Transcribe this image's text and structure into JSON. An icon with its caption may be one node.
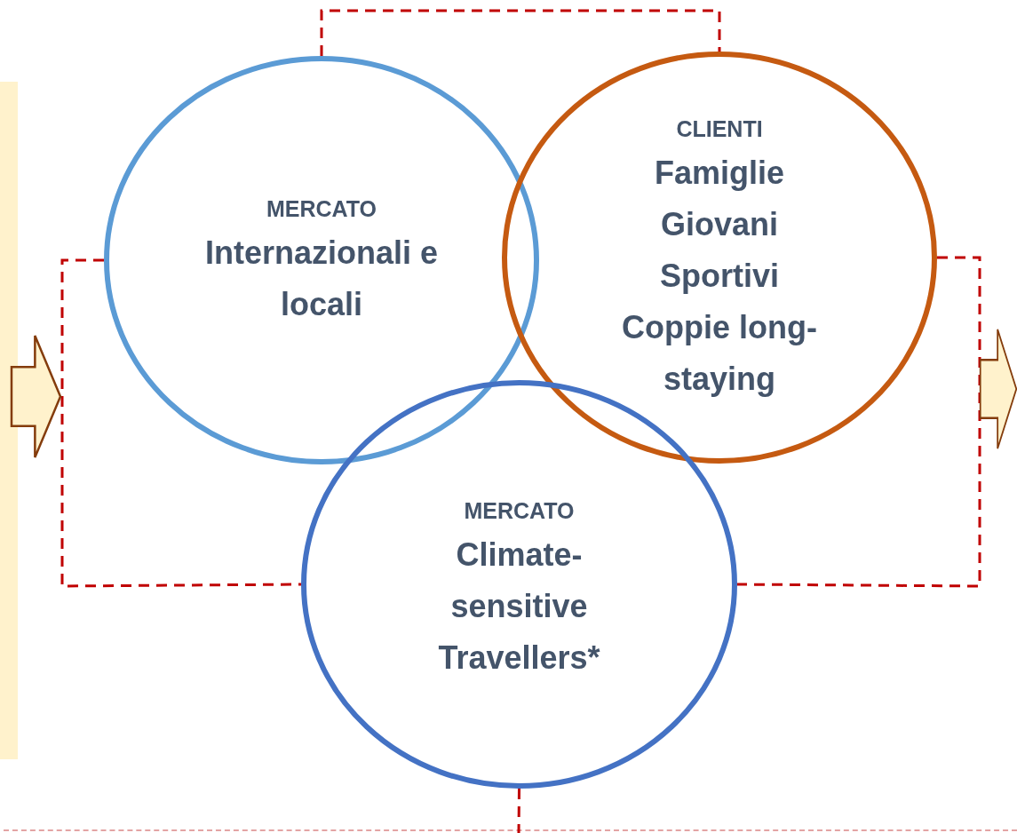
{
  "diagram": {
    "nodes": [
      {
        "text": [],
        "shape": "bar"
      },
      {
        "text": [
          "MERCATO",
          "Internazionali e locali"
        ]
      },
      {
        "text": [
          "CLIENTI",
          "Famiglie",
          "Giovani",
          "Sportivi",
          "Coppie long-staying"
        ]
      },
      {
        "text": [
          "MERCATO",
          "Climate-sensitive Travellers*"
        ]
      },
      {
        "text": [],
        "shape": "arrow"
      },
      {
        "text": [],
        "shape": "arrow"
      }
    ],
    "edges": [
      {
        "from": 1,
        "to": 2,
        "arrow": "none",
        "style": "dashed"
      },
      {
        "from": 1,
        "to": 3,
        "arrow": "none",
        "style": "dashed"
      },
      {
        "from": 2,
        "to": 3,
        "arrow": "none",
        "style": "dashed"
      },
      {
        "from": 3,
        "to": null,
        "arrow": "none",
        "style": "dashed"
      }
    ]
  }
}
